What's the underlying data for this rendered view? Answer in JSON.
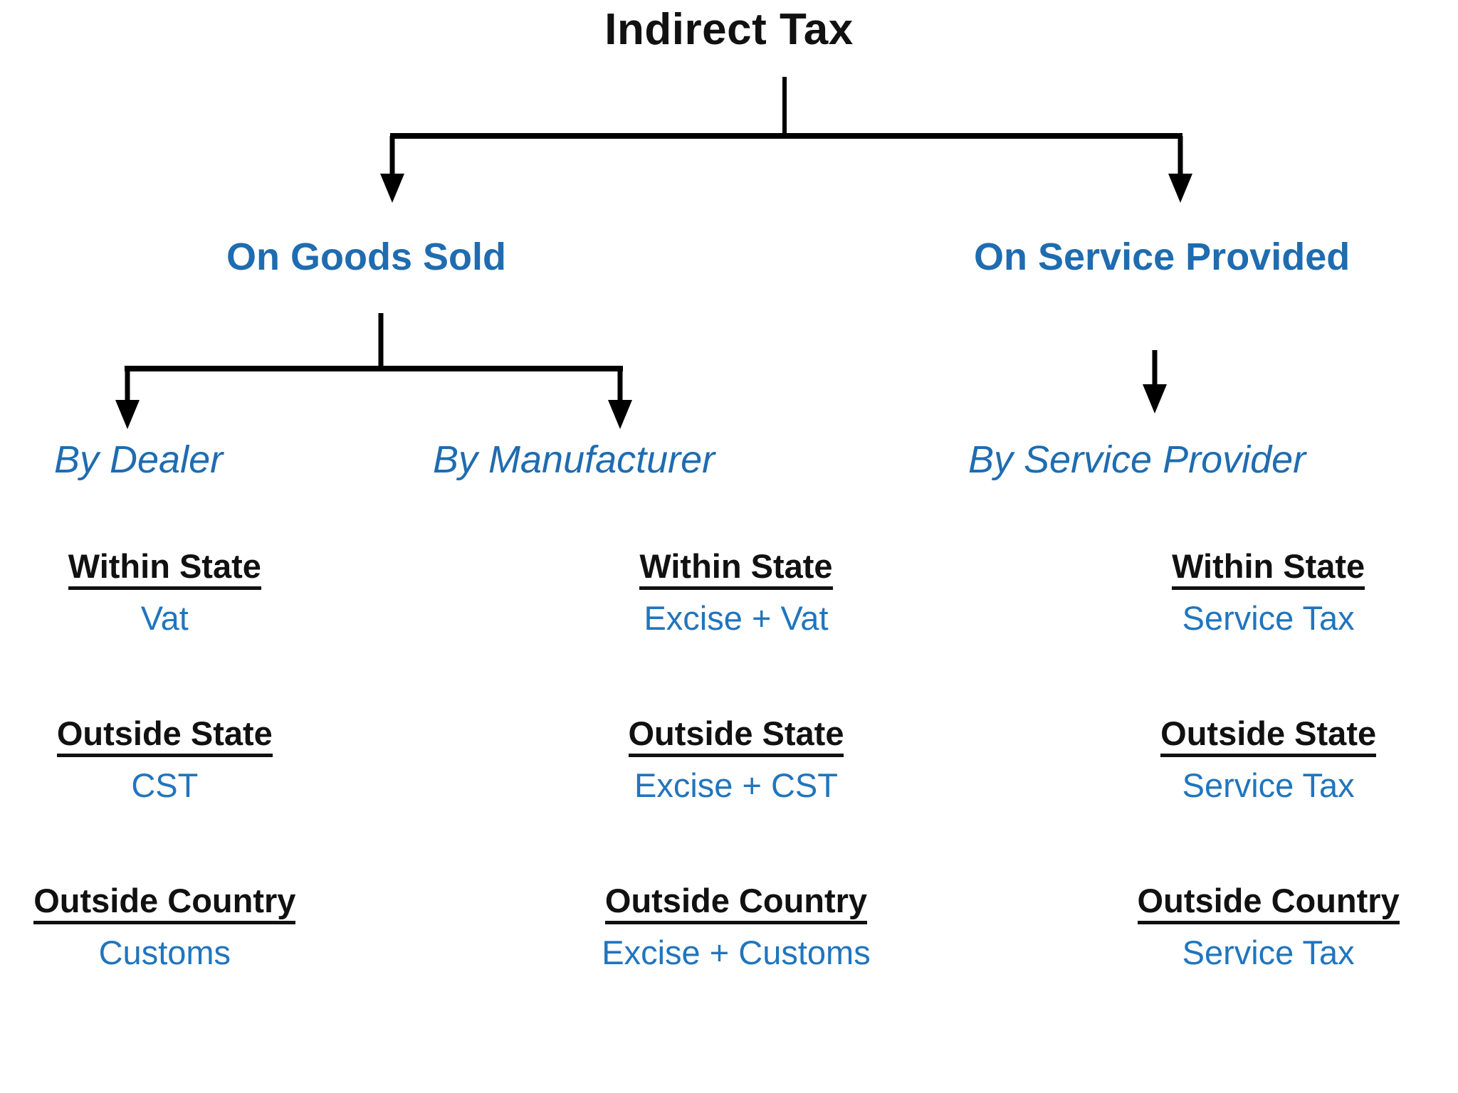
{
  "diagram": {
    "title": "Indirect Tax",
    "root": {
      "label": "Indirect Tax"
    },
    "branches": [
      {
        "label": "On Goods Sold"
      },
      {
        "label": "On Service Provided"
      }
    ],
    "actors": [
      {
        "label": "By Dealer"
      },
      {
        "label": "By Manufacturer"
      },
      {
        "label": "By Service Provider"
      }
    ],
    "scopes": [
      "Within State",
      "Outside State",
      "Outside Country"
    ],
    "columns": [
      {
        "actor": "By Dealer",
        "rows": [
          {
            "scope": "Within State",
            "tax": "Vat"
          },
          {
            "scope": "Outside State",
            "tax": "CST"
          },
          {
            "scope": "Outside Country",
            "tax": "Customs"
          }
        ]
      },
      {
        "actor": "By Manufacturer",
        "rows": [
          {
            "scope": "Within State",
            "tax": "Excise + Vat"
          },
          {
            "scope": "Outside State",
            "tax": "Excise + CST"
          },
          {
            "scope": "Outside Country",
            "tax": "Excise + Customs"
          }
        ]
      },
      {
        "actor": "By Service Provider",
        "rows": [
          {
            "scope": "Within State",
            "tax": "Service Tax"
          },
          {
            "scope": "Outside State",
            "tax": "Service Tax"
          },
          {
            "scope": "Outside Country",
            "tax": "Service Tax"
          }
        ]
      }
    ],
    "colors": {
      "heading_blue": "#1f6cb0",
      "value_blue": "#2175bd",
      "text_black": "#111111",
      "connector_black": "#000000",
      "background": "#ffffff"
    },
    "connectors": {
      "arrow_icon": "arrow-down-icon",
      "count": 5
    }
  }
}
